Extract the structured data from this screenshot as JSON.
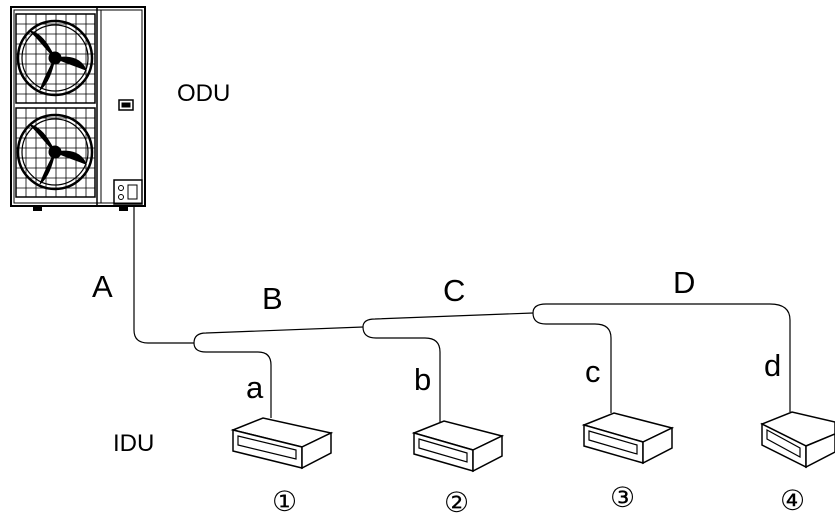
{
  "labels": {
    "odu": "ODU",
    "idu": "IDU"
  },
  "main_pipes": [
    "A",
    "B",
    "C",
    "D"
  ],
  "branch_pipes": [
    "a",
    "b",
    "c",
    "d"
  ],
  "indoor_units": [
    "①",
    "②",
    "③",
    "④"
  ],
  "colors": {
    "line": "#000000",
    "background": "#ffffff"
  }
}
